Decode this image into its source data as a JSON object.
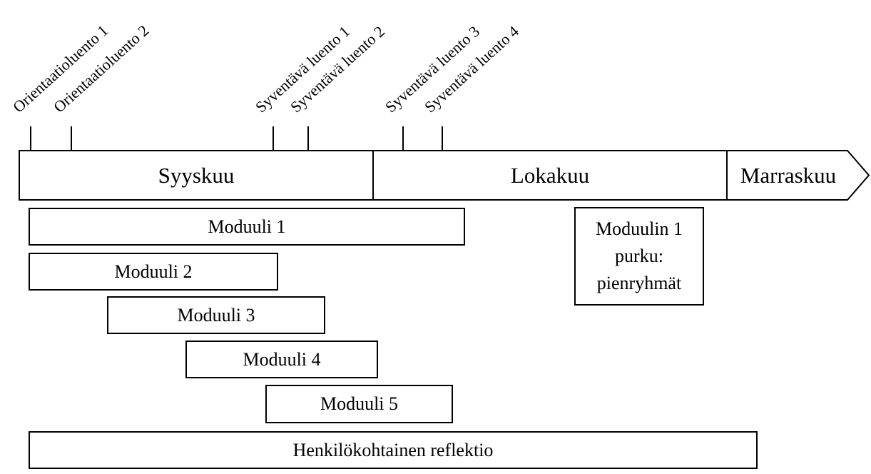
{
  "timeline": {
    "lectures": [
      {
        "label": "Orientaatioluento 1"
      },
      {
        "label": "Orientaatioluento 2"
      },
      {
        "label": "Syventävä luento 1"
      },
      {
        "label": "Syventävä luento 2"
      },
      {
        "label": "Syventävä luento 3"
      },
      {
        "label": "Syventävä luento 4"
      }
    ],
    "months": [
      {
        "label": "Syyskuu"
      },
      {
        "label": "Lokakuu"
      },
      {
        "label": "Marraskuu"
      }
    ],
    "activities": [
      {
        "label": "Moduuli 1"
      },
      {
        "label": "Moduuli 2"
      },
      {
        "label": "Moduuli 3"
      },
      {
        "label": "Moduuli 4"
      },
      {
        "label": "Moduuli 5"
      },
      {
        "label": "Moduulin 1\npurku:\npienryhmät"
      },
      {
        "label": "Henkilökohtainen reflektio"
      }
    ],
    "colors": {
      "line": "#000000",
      "text": "#000000",
      "background": "#ffffff"
    }
  }
}
